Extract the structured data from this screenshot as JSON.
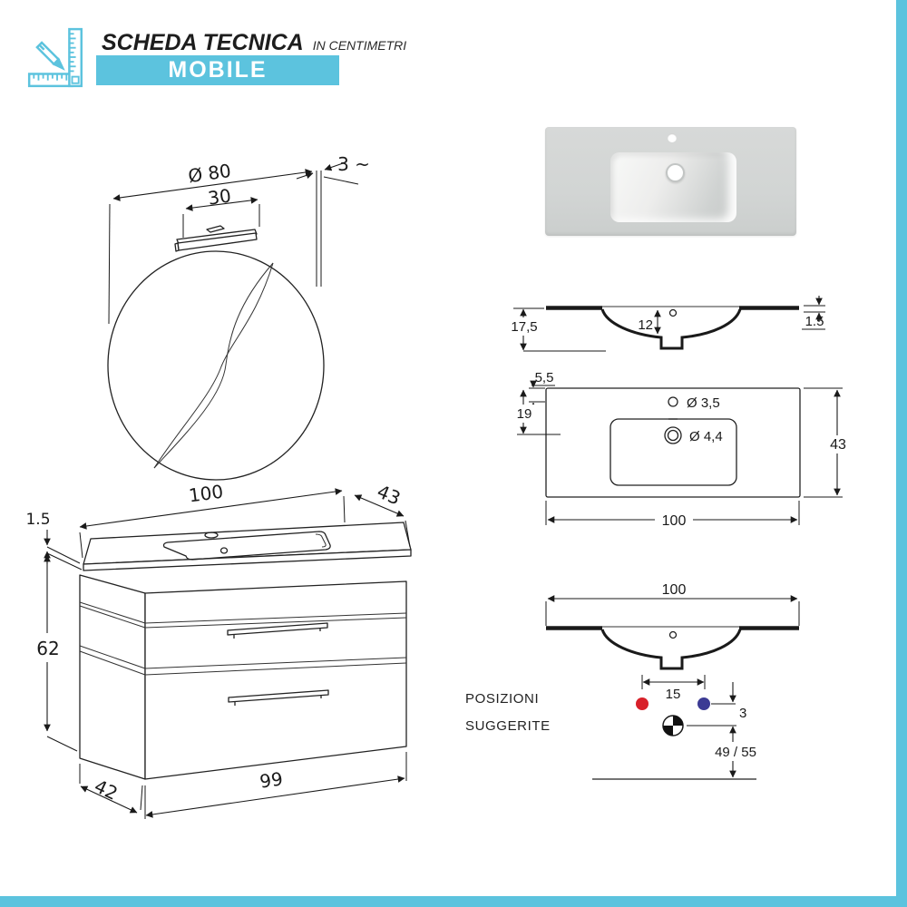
{
  "header": {
    "title": "SCHEDA TECNICA",
    "subtitle": "IN CENTIMETRI",
    "banner": "MOBILE"
  },
  "mirror": {
    "diameter": "Ø 80",
    "lamp_width": "30",
    "thickness": "3 ~"
  },
  "cabinet": {
    "width": "100",
    "depth": "43",
    "top_thickness": "1.5",
    "height": "62",
    "base_depth": "42",
    "base_width": "99"
  },
  "section": {
    "total_depth": "17,5",
    "basin_depth": "12",
    "rim_thickness": "1.5"
  },
  "top_view": {
    "tap_offset": "5,5",
    "drain_offset": "19",
    "tap_hole": "Ø 3,5",
    "drain_hole": "Ø 4,4",
    "depth": "43",
    "width": "100"
  },
  "positions": {
    "width": "100",
    "tap_spacing": "15",
    "tap_drain_gap": "3",
    "drain_floor_height": "49 / 55",
    "caption_line1": "POSIZIONI",
    "caption_line2": "SUGGERITE"
  },
  "colors": {
    "accent": "#5cc3de",
    "hot_water": "#d8212a",
    "cold_water": "#3c3b94",
    "line": "#1a1a1a"
  }
}
